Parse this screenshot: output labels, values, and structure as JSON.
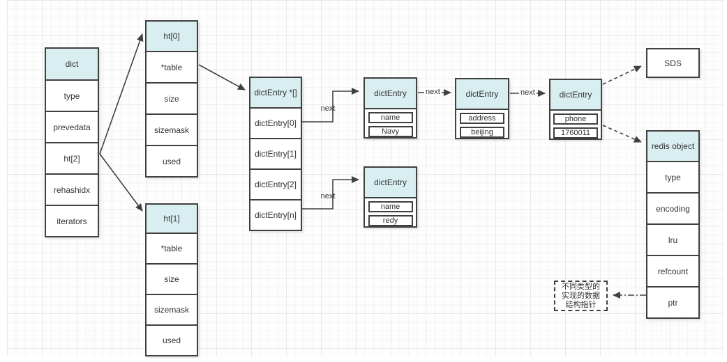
{
  "canvas": {
    "background": "#ffffff",
    "grid_minor_color": "#f3f3f5",
    "grid_major_color": "#e9e9ed",
    "node_border_color": "#404040",
    "header_fill_color": "#d9eef0",
    "text_color": "#333333"
  },
  "nodes": {
    "dict": {
      "title": "dict",
      "rows": [
        "type",
        "prevedata",
        "ht[2]",
        "rehashidx",
        "iterators"
      ]
    },
    "ht0": {
      "title": "ht[0]",
      "rows": [
        "*table",
        "size",
        "sizemask",
        "used"
      ]
    },
    "ht1": {
      "title": "ht[1]",
      "rows": [
        "*table",
        "size",
        "sizemask",
        "used"
      ]
    },
    "entry_array": {
      "title": "dictEntry *[]",
      "rows": [
        "dictEntry[0]",
        "dictEntry[1]",
        "dictEntry[2]",
        "dictEntry[n]"
      ]
    },
    "entry_name_navy": {
      "title": "dictEntry",
      "fields": [
        "name",
        "Navy"
      ]
    },
    "entry_address_beijing": {
      "title": "dictEntry",
      "fields": [
        "address",
        "beijing"
      ]
    },
    "entry_phone": {
      "title": "dictEntry",
      "fields": [
        "phone",
        "1760011"
      ]
    },
    "entry_name_redy": {
      "title": "dictEntry",
      "fields": [
        "name",
        "redy"
      ]
    },
    "sds": {
      "title": "SDS"
    },
    "redis_object": {
      "title": "redis object",
      "rows": [
        "type",
        "encoding",
        "lru",
        "refcount",
        "ptr"
      ]
    },
    "note": {
      "line1": "不同类型的",
      "line2": "实现的数据",
      "line3": "结构指针"
    }
  },
  "edges": {
    "next_labels": [
      "next",
      "next",
      "next",
      "next"
    ]
  }
}
